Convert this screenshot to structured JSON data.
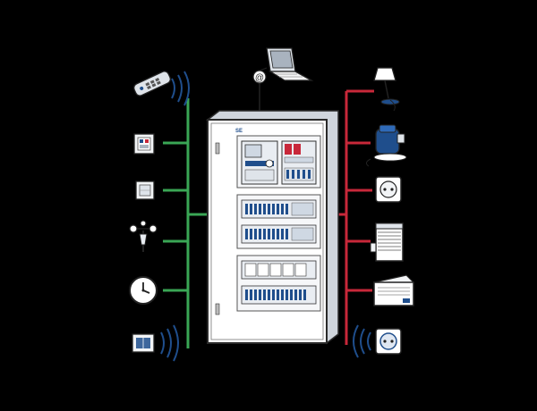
{
  "diagram": {
    "colors": {
      "background": "#000000",
      "inputs_bus": "#3aa655",
      "outputs_bus": "#c8283a",
      "network_link": "#1a1a1a",
      "cabinet_fill": "#ffffff",
      "cabinet_outline": "#2a2a2a",
      "accent": "#1f4e8c",
      "device_light": "#e9edf2"
    },
    "cabinet": {
      "name": "electrical-distribution-board",
      "logo_text": "SE",
      "rows": 3,
      "at_symbol": "@"
    },
    "network_device": "laptop-icon",
    "input_devices": [
      "remote-control-icon",
      "touch-panel-icon",
      "wall-switch-icon",
      "wind-sensor-icon",
      "clock-icon",
      "wireless-switch-icon"
    ],
    "output_devices": [
      "lamp-icon",
      "coffee-machine-icon",
      "power-socket-icon",
      "roller-shutter-icon",
      "heater-icon",
      "wireless-socket-icon"
    ]
  }
}
